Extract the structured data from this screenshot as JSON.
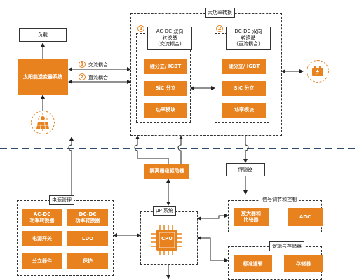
{
  "top_group": {
    "title": "大功率转换"
  },
  "converter1": {
    "number": "1",
    "title": "AC-DC 双向\n转换器\n(交流耦合)"
  },
  "converter2": {
    "number": "2",
    "title": "DC-DC 双向\n转换器\n(直流耦合)"
  },
  "converter_blocks": {
    "igbt": "硅分立/ IGBT",
    "sic": "SiC 分立",
    "module": "功率模块"
  },
  "load": "负载",
  "solar_system": "太阳能逆变器系统",
  "couplings": [
    {
      "number": "1",
      "label": "交流耦合"
    },
    {
      "number": "2",
      "label": "直流耦合"
    }
  ],
  "gate_driver": "隔离栅极驱动器",
  "sensor": "传感器",
  "power_mgmt": {
    "title": "电源管理",
    "items": [
      "AC-DC\n功率转换器",
      "DC-DC\n功率转换器",
      "电源开关",
      "LDO",
      "分立器件",
      "保护"
    ]
  },
  "mcu": {
    "title": "μP 系统",
    "chip": "CPU"
  },
  "signal": {
    "title": "信号调节和控制",
    "items": [
      "放大器和\n比较器",
      "ADC"
    ]
  },
  "logic": {
    "title": "逻辑与存储器",
    "items": [
      "标准逻辑",
      "存储器"
    ]
  },
  "colors": {
    "accent": "#e8821e",
    "bus": "#2f4a68"
  },
  "icons": [
    "solar-panel-icon",
    "battery-icon",
    "cpu-chip-icon"
  ]
}
